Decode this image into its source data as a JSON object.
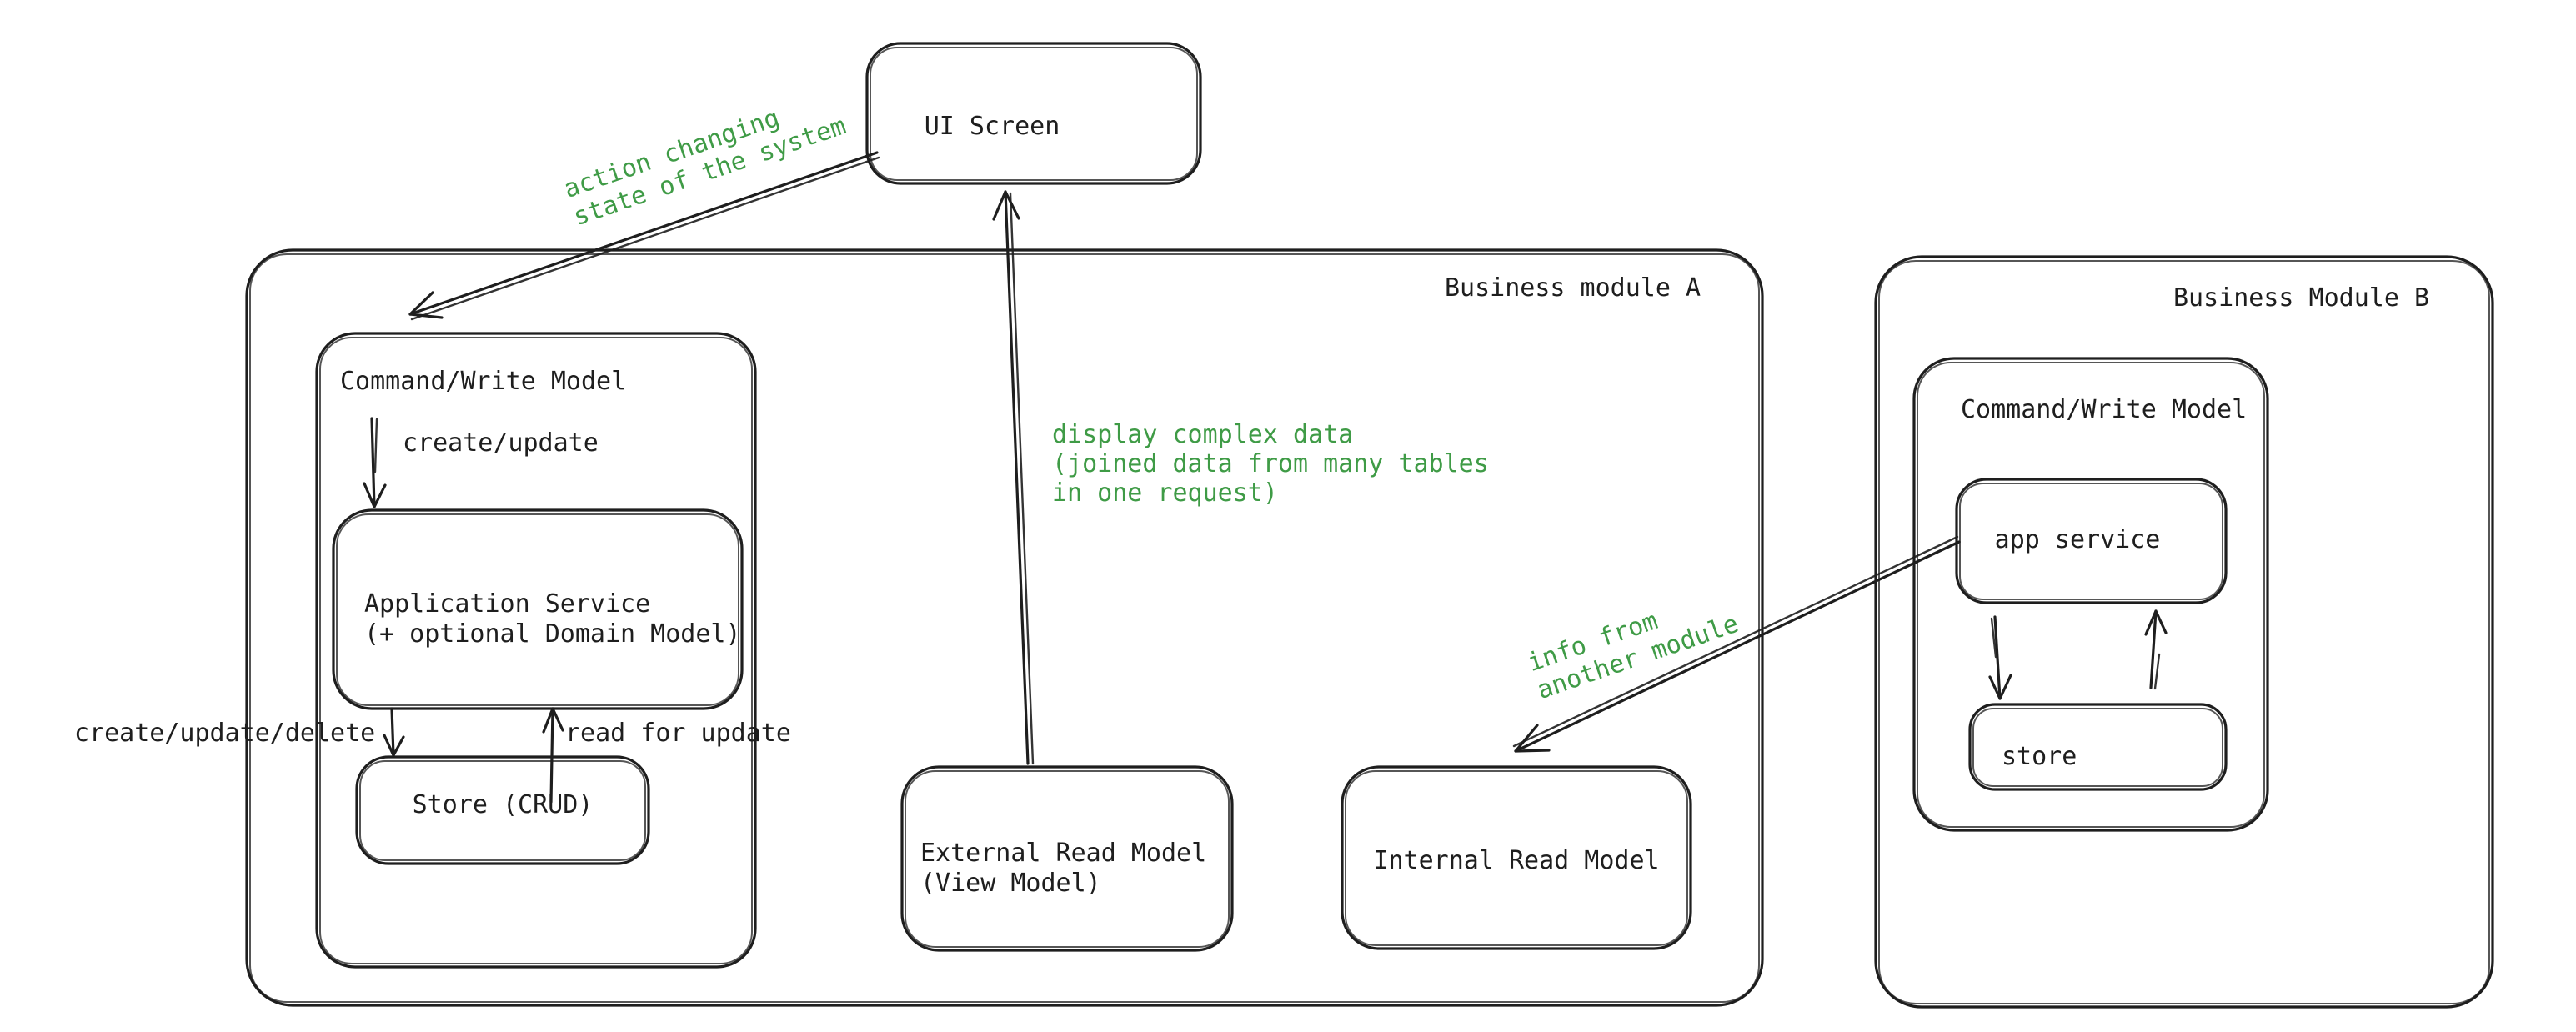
{
  "diagram": {
    "nodes": {
      "ui_screen": {
        "label": "UI Screen"
      },
      "module_a": {
        "label": "Business module A"
      },
      "command_write_a": {
        "label": "Command/Write Model"
      },
      "app_service_a": {
        "label": "Application Service\n(+ optional Domain Model)"
      },
      "store_crud": {
        "label": "Store (CRUD)"
      },
      "external_read_model": {
        "label": "External Read Model\n(View Model)"
      },
      "internal_read_model": {
        "label": "Internal Read Model"
      },
      "module_b": {
        "label": "Business Module B"
      },
      "command_write_b": {
        "label": "Command/Write Model"
      },
      "app_service_b": {
        "label": "app service"
      },
      "store_b": {
        "label": "store"
      }
    },
    "edge_labels": {
      "create_update": "create/update",
      "create_update_delete": "create/update/delete",
      "read_for_update": "read for update",
      "action_changing": "action changing\nstate of the system",
      "display_complex": "display complex data\n(joined data from many tables\nin one request)",
      "info_from_module": "info from\nanother module"
    },
    "colors": {
      "stroke": "#1e1e1e",
      "annotation_green": "#3f9b46",
      "background": "#ffffff"
    }
  }
}
